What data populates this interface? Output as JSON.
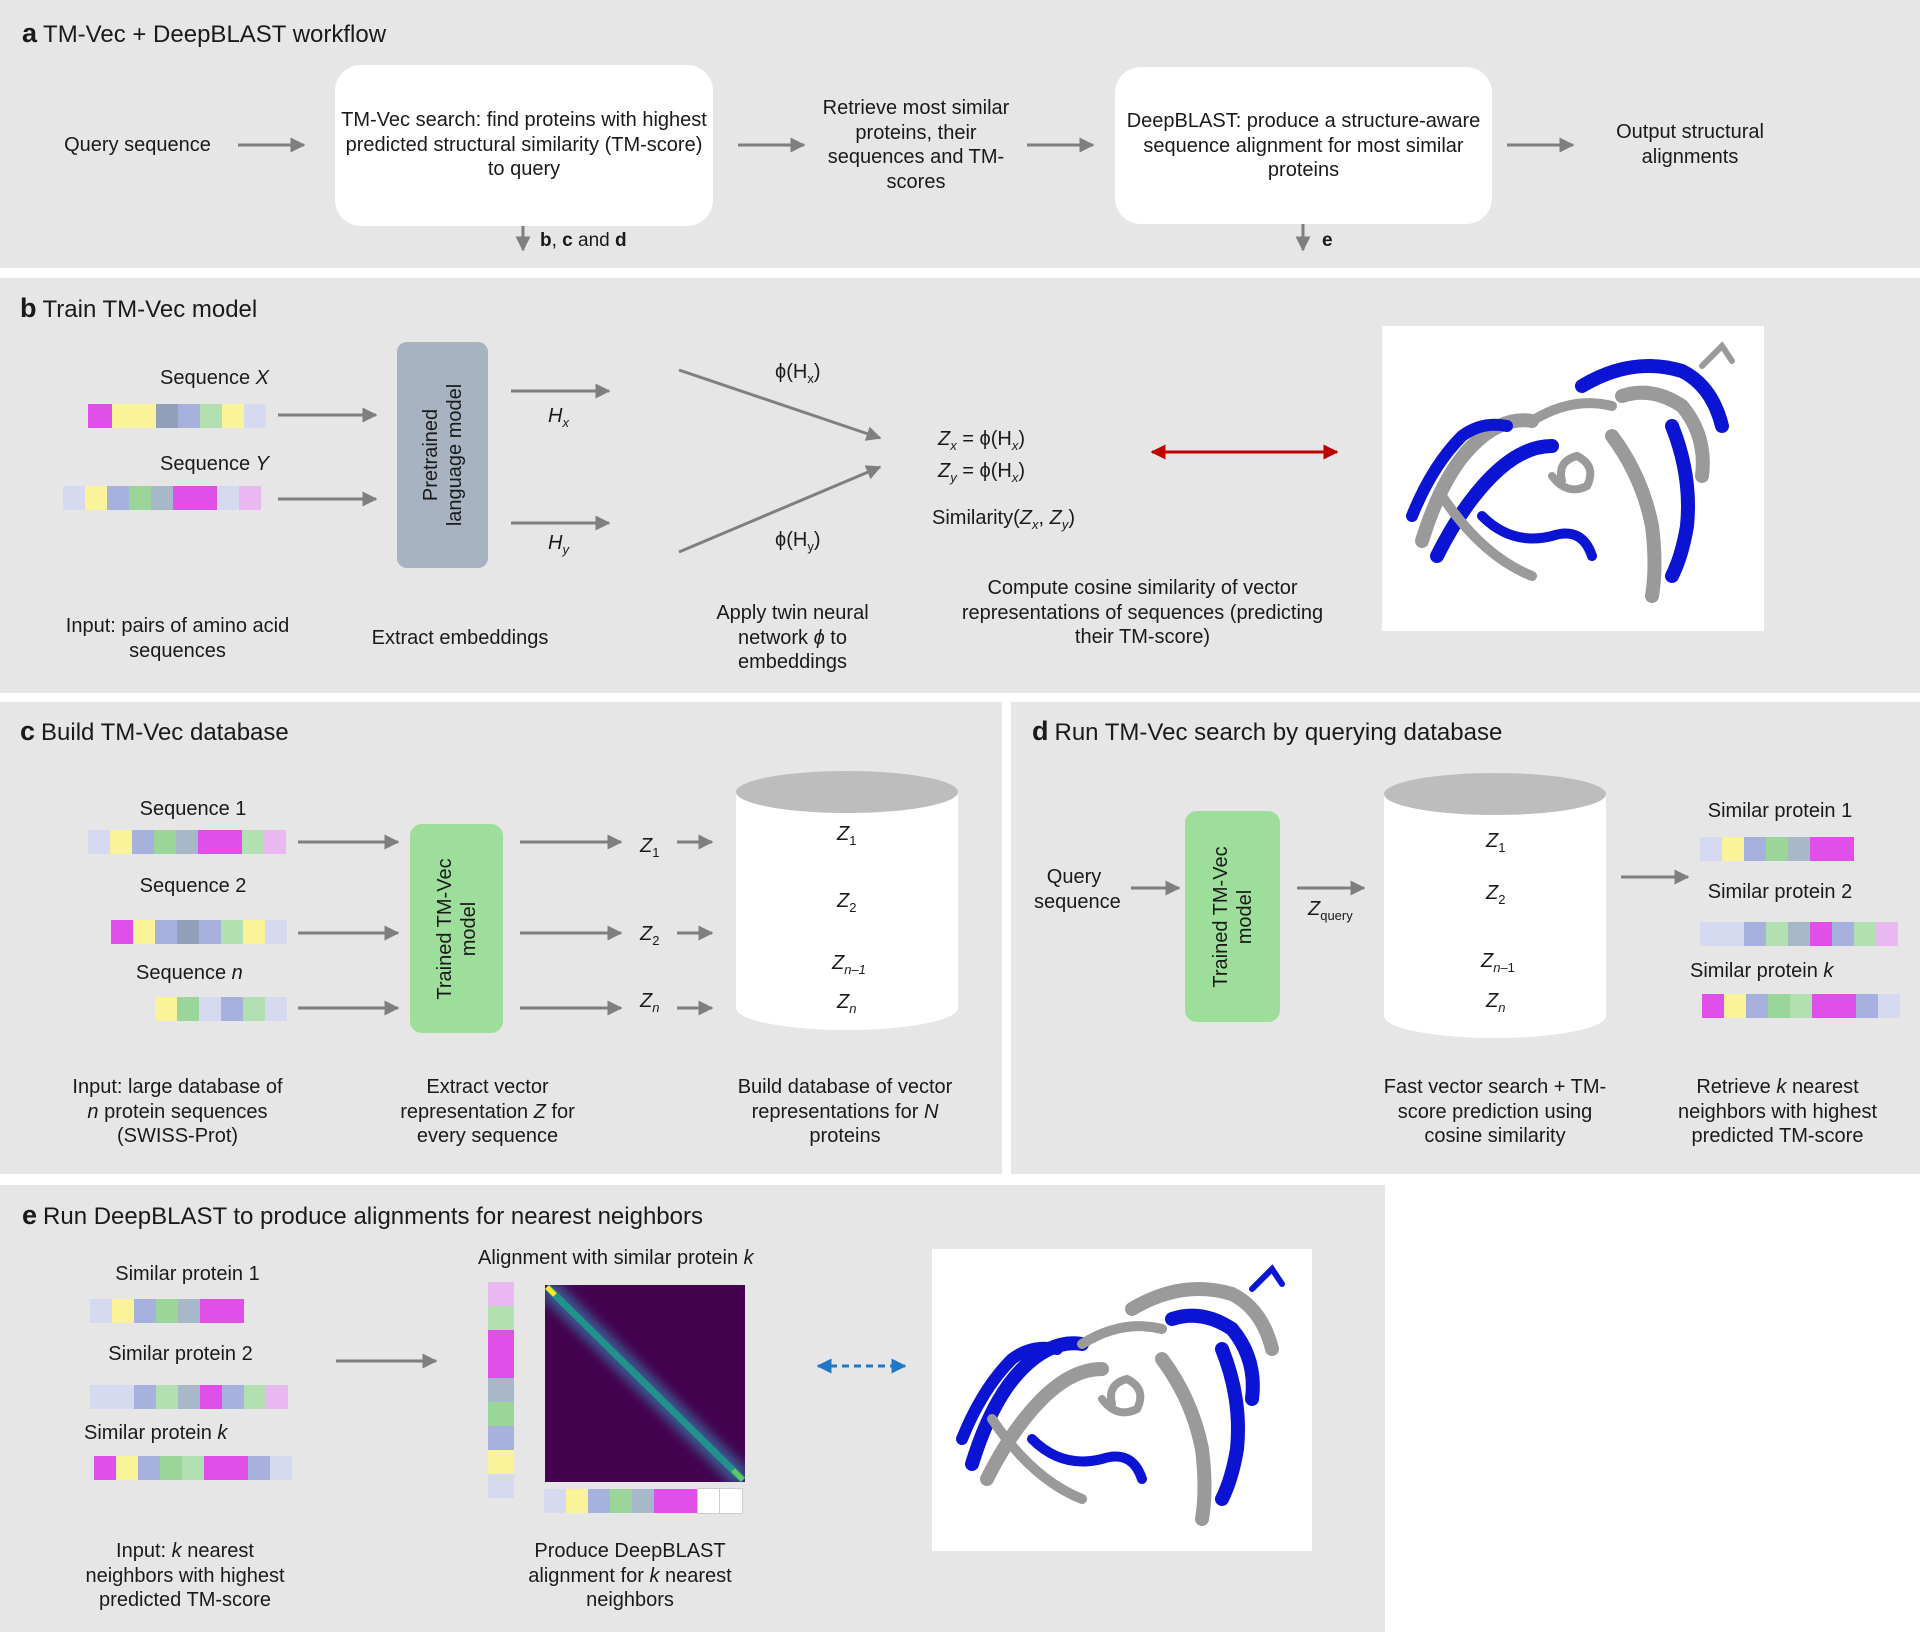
{
  "panel_a": {
    "letter": "a",
    "title": "TM-Vec + DeepBLAST workflow",
    "query": "Query sequence",
    "box1": "TM-Vec search: find proteins with highest predicted structural similarity (TM-score) to query",
    "retrieve": "Retrieve most similar proteins, their sequences and TM-scores",
    "box2": "DeepBLAST: produce a structure-aware sequence alignment for most similar proteins",
    "output": "Output structural alignments",
    "ref1_b": "b",
    "ref1_sep": ",",
    "ref1_c": "c",
    "ref1_and": "and",
    "ref1_d": "d",
    "ref2": "e"
  },
  "panel_b": {
    "letter": "b",
    "title": "Train TM-Vec model",
    "seq_x_label": "Sequence",
    "seq_x_var": "X",
    "seq_y_label": "Sequence",
    "seq_y_var": "Y",
    "lm_label_1": "Pretrained",
    "lm_label_2": "language model",
    "hx": "H",
    "hx_sub": "x",
    "hy": "H",
    "hy_sub": "y",
    "phi_hx": "ϕ(H",
    "phi_hx_sub": "x",
    "phi_hy": "ϕ(H",
    "phi_hy_sub": "y",
    "zx_line": "= ϕ(H",
    "zy_line": "= ϕ(H",
    "similarity": "Similarity(",
    "caption_input": "Input: pairs of amino acid sequences",
    "caption_extract": "Extract embeddings",
    "caption_apply_1": "Apply twin neural",
    "caption_apply_2": "network",
    "caption_apply_phi": "ϕ",
    "caption_apply_3": "to",
    "caption_apply_4": "embeddings",
    "caption_cosine": "Compute cosine similarity of vector representations of sequences (predicting their TM-score)"
  },
  "panel_c": {
    "letter": "c",
    "title": "Build TM-Vec database",
    "seq1": "Sequence 1",
    "seq2": "Sequence 2",
    "seqn_label": "Sequence",
    "seqn_var": "n",
    "model_1": "Trained TM-Vec",
    "model_2": "model",
    "z": "Z",
    "z1_sub": "1",
    "z2_sub": "2",
    "zn_sub": "n",
    "zn1_sub": "n–1",
    "caption_input_1": "Input: large database of",
    "caption_input_n": "n",
    "caption_input_2": "protein sequences",
    "caption_input_3": "(SWISS-Prot)",
    "caption_extract_1": "Extract vector",
    "caption_extract_2": "representation",
    "caption_extract_z": "Z",
    "caption_extract_3": "for",
    "caption_extract_4": "every sequence",
    "caption_build_1": "Build database of vector",
    "caption_build_2": "representations for",
    "caption_build_n": "N",
    "caption_build_3": "proteins"
  },
  "panel_d": {
    "letter": "d",
    "title": "Run TM-Vec search by querying database",
    "query": "Query sequence",
    "model_1": "Trained TM-Vec",
    "model_2": "model",
    "zquery": "Z",
    "zquery_sub": "query",
    "sim1": "Similar  protein 1",
    "sim2": "Similar protein 2",
    "simk_label": "Similar protein",
    "simk_var": "k",
    "caption_fast": "Fast vector search + TM-score prediction using cosine similarity",
    "caption_retrieve_1": "Retrieve",
    "caption_retrieve_k": "k",
    "caption_retrieve_2": "nearest",
    "caption_retrieve_3": "neighbors with highest",
    "caption_retrieve_4": "predicted TM-score"
  },
  "panel_e": {
    "letter": "e",
    "title": "Run DeepBLAST to produce alignments for nearest neighbors",
    "sim1": "Similar protein 1",
    "sim2": "Similar protein 2",
    "simk_label": "Similar protein",
    "simk_var": "k",
    "align_label": "Alignment with similar protein",
    "align_var": "k",
    "caption_input_1": "Input:",
    "caption_input_k": "k",
    "caption_input_2": "nearest",
    "caption_input_3": "neighbors with highest",
    "caption_input_4": "predicted TM-score",
    "caption_produce_1": "Produce DeepBLAST",
    "caption_produce_2": "alignment for",
    "caption_produce_k": "k",
    "caption_produce_3": "nearest",
    "caption_produce_4": "neighbors"
  },
  "colors": {
    "panel_bg": "#e6e6e6",
    "arrow": "#7f7f7f",
    "red_arrow": "#c00000",
    "blue_arrow": "#1f77c8",
    "lm_box": "#a7b3c1",
    "tm_box": "#9ddf9a",
    "protein_blue": "#0a14d2",
    "protein_gray": "#9a9a9a",
    "heatmap_bg": "#44024f",
    "heatmap_diag": "#2a9d8f"
  }
}
